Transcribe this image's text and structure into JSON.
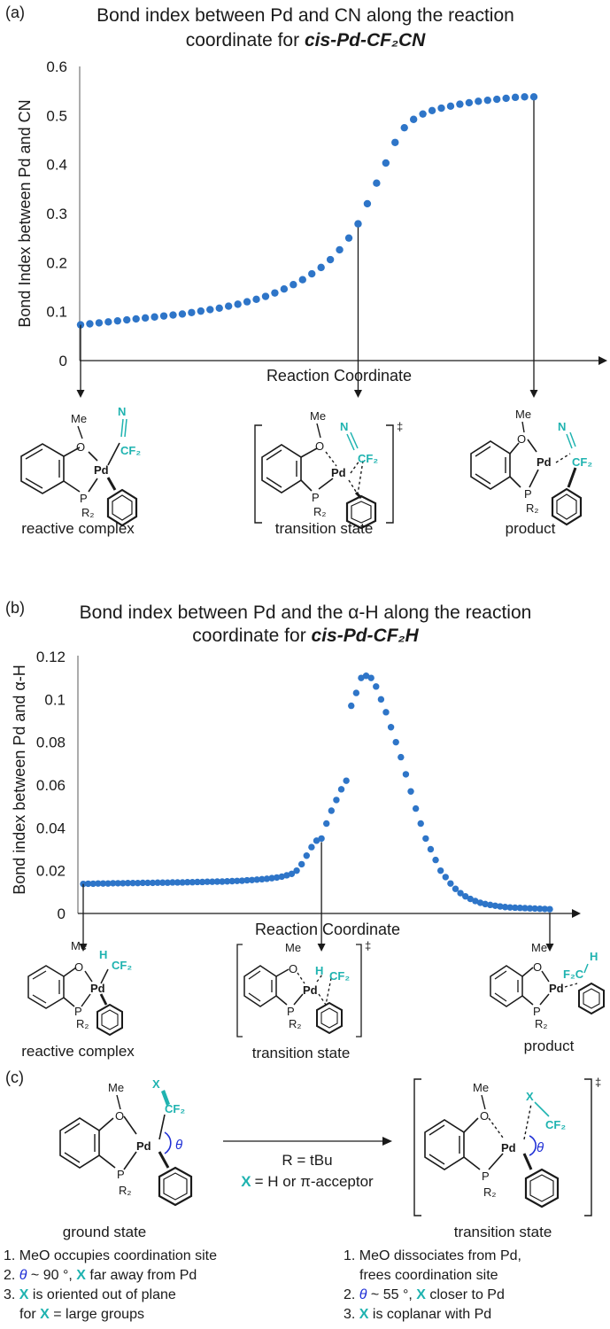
{
  "panels": {
    "a": {
      "label": "(a)",
      "title_line1": "Bond index between Pd and CN along the reaction",
      "title_line2_prefix": "coordinate for ",
      "title_line2_bold": "cis-Pd-CF₂CN",
      "structures": [
        "reactive complex",
        "transition state",
        "product"
      ]
    },
    "b": {
      "label": "(b)",
      "title_line1": "Bond index between Pd and the α-H along the reaction",
      "title_line2_prefix": "coordinate for ",
      "title_line2_bold": "cis-Pd-CF₂H",
      "structures": [
        "reactive complex",
        "transition state",
        "product"
      ]
    },
    "c": {
      "label": "(c)",
      "left_caption": "ground state",
      "right_caption": "transition state",
      "arrow_line1": "R = tBu",
      "arrow_line2": "X = H or π-acceptor",
      "left_notes": [
        "1. MeO occupies coordination site",
        "2. θ ~ 90 °, X far away from Pd",
        "3. X is oriented out of plane",
        "for X = large groups"
      ],
      "right_notes": [
        "1. MeO dissociates from Pd,",
        "frees coordination site",
        "2. θ ~ 55 °, X closer to Pd",
        "3. X is coplanar with Pd"
      ]
    }
  },
  "chemistry": {
    "Me": "Me",
    "O": "O",
    "Pd": "Pd",
    "P": "P",
    "R2": "R₂",
    "N": "N",
    "CF2": "CF₂",
    "H": "H",
    "X": "X",
    "F2C": "F₂C",
    "theta": "θ",
    "dagger": "‡"
  },
  "chart_data": [
    {
      "type": "scatter",
      "title": "Bond index between Pd and CN along the reaction coordinate for cis-Pd-CF2CN",
      "xlabel": "Reaction Coordinate",
      "ylabel": "Bond Index between Pd and CN",
      "ylim": [
        0,
        0.6
      ],
      "yticks": [
        "0",
        "0.1",
        "0.2",
        "0.3",
        "0.4",
        "0.5",
        "0.6"
      ],
      "grid": false,
      "marker_color": "#2e75c8",
      "x": [
        1,
        2,
        3,
        4,
        5,
        6,
        7,
        8,
        9,
        10,
        11,
        12,
        13,
        14,
        15,
        16,
        17,
        18,
        19,
        20,
        21,
        22,
        23,
        24,
        25,
        26,
        27,
        28,
        29,
        30,
        31,
        32,
        33,
        34,
        35,
        36,
        37,
        38,
        39,
        40,
        41,
        42,
        43,
        44,
        45,
        46,
        47,
        48,
        49,
        50
      ],
      "y": [
        0.073,
        0.075,
        0.077,
        0.079,
        0.081,
        0.083,
        0.085,
        0.087,
        0.089,
        0.091,
        0.093,
        0.095,
        0.098,
        0.101,
        0.104,
        0.107,
        0.111,
        0.115,
        0.12,
        0.125,
        0.131,
        0.138,
        0.146,
        0.155,
        0.165,
        0.177,
        0.19,
        0.206,
        0.226,
        0.25,
        0.279,
        0.32,
        0.362,
        0.403,
        0.445,
        0.475,
        0.492,
        0.503,
        0.51,
        0.515,
        0.519,
        0.523,
        0.526,
        0.529,
        0.531,
        0.533,
        0.535,
        0.537,
        0.538,
        0.538
      ],
      "marked_points": [
        1,
        31,
        50
      ]
    },
    {
      "type": "scatter",
      "title": "Bond index between Pd and the α-H along the reaction coordinate for cis-Pd-CF2H",
      "xlabel": "Reaction Coordinate",
      "ylabel": "Bond index between Pd and α-H",
      "ylim": [
        0,
        0.12
      ],
      "yticks": [
        "0",
        "0.02",
        "0.04",
        "0.06",
        "0.08",
        "0.1",
        "0.12"
      ],
      "grid": false,
      "marker_color": "#2e75c8",
      "x": [
        1,
        2,
        3,
        4,
        5,
        6,
        7,
        8,
        9,
        10,
        11,
        12,
        13,
        14,
        15,
        16,
        17,
        18,
        19,
        20,
        21,
        22,
        23,
        24,
        25,
        26,
        27,
        28,
        29,
        30,
        31,
        32,
        33,
        34,
        35,
        36,
        37,
        38,
        39,
        40,
        41,
        42,
        43,
        44,
        45,
        46,
        47,
        48,
        49,
        50,
        51,
        52,
        53,
        54,
        55,
        56,
        57,
        58,
        59,
        60,
        61,
        62,
        63,
        64,
        65,
        66,
        67,
        68,
        69,
        70,
        71,
        72,
        73,
        74,
        75,
        76,
        77,
        78,
        79,
        80,
        81,
        82,
        83,
        84,
        85,
        86,
        87,
        88,
        89,
        90,
        91,
        92,
        93,
        94,
        95
      ],
      "y": [
        0.0138,
        0.0139,
        0.0139,
        0.014,
        0.014,
        0.014,
        0.0141,
        0.0141,
        0.0141,
        0.0142,
        0.0142,
        0.0142,
        0.0143,
        0.0143,
        0.0143,
        0.0144,
        0.0144,
        0.0144,
        0.0145,
        0.0145,
        0.0145,
        0.0146,
        0.0146,
        0.0147,
        0.0147,
        0.0148,
        0.0148,
        0.0149,
        0.0149,
        0.015,
        0.0151,
        0.0152,
        0.0153,
        0.0155,
        0.0156,
        0.0158,
        0.016,
        0.0162,
        0.0165,
        0.0168,
        0.0172,
        0.0178,
        0.0185,
        0.02,
        0.023,
        0.027,
        0.031,
        0.034,
        0.035,
        0.042,
        0.048,
        0.053,
        0.058,
        0.062,
        0.097,
        0.103,
        0.11,
        0.111,
        0.11,
        0.106,
        0.1,
        0.094,
        0.087,
        0.08,
        0.073,
        0.065,
        0.057,
        0.049,
        0.042,
        0.035,
        0.03,
        0.025,
        0.02,
        0.017,
        0.014,
        0.0115,
        0.0095,
        0.008,
        0.0068,
        0.0058,
        0.005,
        0.0044,
        0.004,
        0.0036,
        0.0033,
        0.003,
        0.0028,
        0.0027,
        0.0026,
        0.0025,
        0.0024,
        0.0023,
        0.0022,
        0.0021,
        0.002
      ],
      "marked_points": [
        1,
        49,
        95
      ]
    }
  ]
}
